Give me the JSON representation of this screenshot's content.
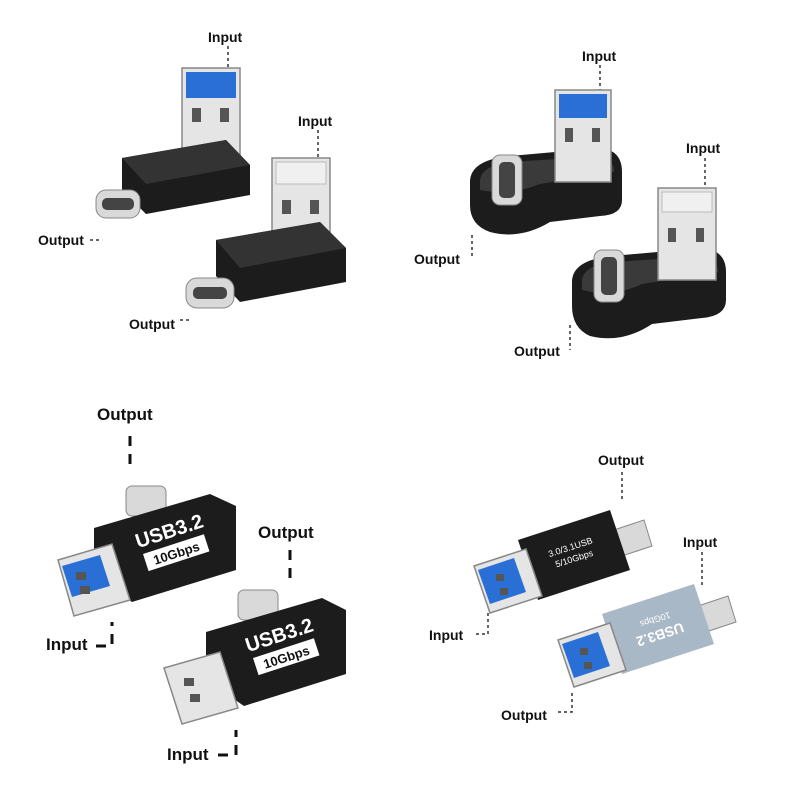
{
  "panels": [
    {
      "id": "top-left",
      "labels": {
        "input_a": "Input",
        "input_b": "Input",
        "output_a": "Output",
        "output_b": "Output"
      }
    },
    {
      "id": "top-right",
      "labels": {
        "input_a": "Input",
        "input_b": "Input",
        "output_a": "Output",
        "output_b": "Output"
      }
    },
    {
      "id": "bottom-left",
      "labels": {
        "output_a": "Output",
        "output_b": "Output",
        "input_a": "Input",
        "input_b": "Input"
      },
      "body_text": {
        "line1": "USB3.2",
        "line2": "10Gbps"
      }
    },
    {
      "id": "bottom-right",
      "labels": {
        "output_a": "Output",
        "input_a": "Input",
        "input_b": "Input",
        "output_b": "Output"
      },
      "body_text": {
        "black_line1": "3.0/3.1USB",
        "black_line2": "5/10Gbps",
        "silver_line1": "USB3.2",
        "silver_line2": "10Gbps"
      }
    }
  ],
  "colors": {
    "body_black": "#1c1c1c",
    "usb_blue": "#2a6fd6",
    "metal": "#d9d9d9",
    "silver_body": "#a9b8c6"
  }
}
